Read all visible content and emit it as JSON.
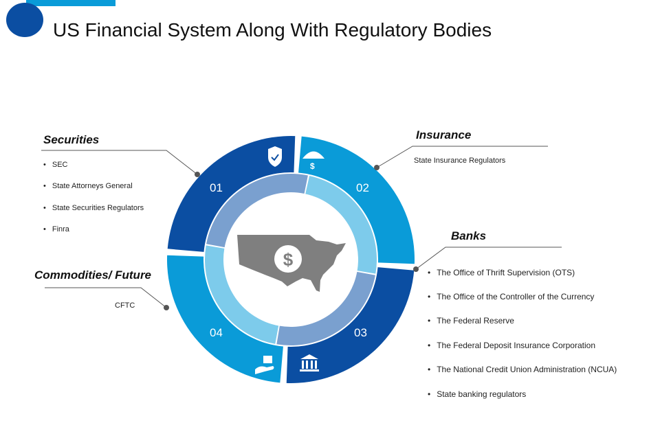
{
  "title": "US Financial System Along With Regulatory Bodies",
  "colors": {
    "dark": "#0b4ea2",
    "light": "#0a9bd8",
    "inner_dark": "#7aa0cf",
    "inner_light": "#7dcbeb",
    "map": "#7f7f7f"
  },
  "segments": [
    {
      "number": "01",
      "icon": "shield-check-icon"
    },
    {
      "number": "02",
      "icon": "umbrella-dollar-icon"
    },
    {
      "number": "03",
      "icon": "bank-icon"
    },
    {
      "number": "04",
      "icon": "hand-box-icon"
    }
  ],
  "center_icon": "us-map-dollar-icon",
  "securities": {
    "heading": "Securities",
    "items": [
      "SEC",
      "State Attorneys General",
      "State Securities Regulators",
      "Finra"
    ]
  },
  "insurance": {
    "heading": "Insurance",
    "text": "State Insurance Regulators"
  },
  "banks": {
    "heading": "Banks",
    "items": [
      "The Office of Thrift Supervision (OTS)",
      "The Office of the Controller of the Currency",
      "The Federal Reserve",
      "The Federal Deposit Insurance Corporation",
      "The National Credit Union Administration (NCUA)",
      "State banking regulators"
    ]
  },
  "commodities": {
    "heading": "Commodities/ Future",
    "text": "CFTC"
  }
}
